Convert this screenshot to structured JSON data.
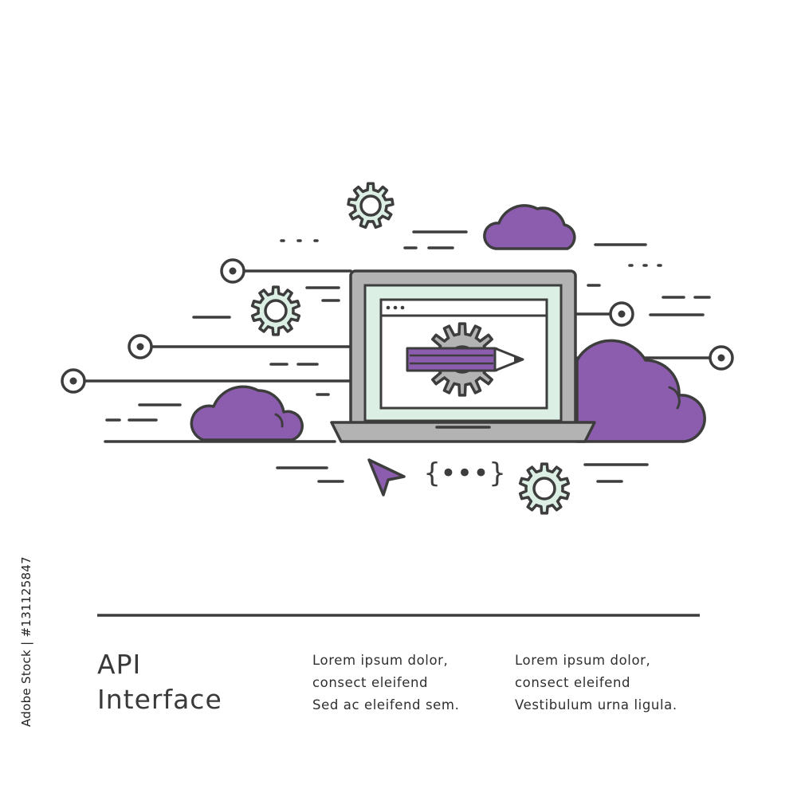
{
  "colors": {
    "stroke": "#3d3d3d",
    "purple": "#8c5dae",
    "mint": "#dcefe4",
    "laptop_gray": "#b3b3b3",
    "white": "#ffffff"
  },
  "caption": {
    "title_line1": "API",
    "title_line2": "Interface",
    "column1": [
      "Lorem ipsum dolor,",
      "consect eleifend",
      "Sed ac eleifend sem."
    ],
    "column2": [
      "Lorem ipsum dolor,",
      "consect eleifend",
      "Vestibulum urna ligula."
    ]
  },
  "code_symbol": "{•••}",
  "stock_id": "Adobe Stock | #131125847",
  "icons": [
    "laptop-icon",
    "gear-icon",
    "pencil-icon",
    "cloud-icon",
    "cursor-icon",
    "browser-window-icon",
    "connection-node-icon"
  ]
}
